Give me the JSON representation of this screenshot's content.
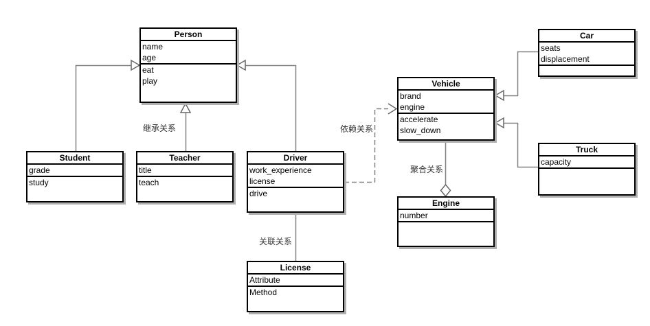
{
  "diagram": {
    "kind": "uml-class-diagram",
    "colors": {
      "box_border": "#000000",
      "box_fill": "#ffffff",
      "connector": "#808080",
      "shadow": "#b0b0b0",
      "background": "#ffffff"
    },
    "classes": [
      {
        "name": "Person",
        "attributes": [
          "name",
          "age"
        ],
        "methods": [
          "eat",
          "play"
        ]
      },
      {
        "name": "Student",
        "attributes": [
          "grade"
        ],
        "methods": [
          "study"
        ]
      },
      {
        "name": "Teacher",
        "attributes": [
          "title"
        ],
        "methods": [
          "teach"
        ]
      },
      {
        "name": "Driver",
        "attributes": [
          "work_experience",
          "license"
        ],
        "methods": [
          "drive"
        ]
      },
      {
        "name": "License",
        "attributes": [
          "Attribute"
        ],
        "methods": [
          "Method"
        ]
      },
      {
        "name": "Vehicle",
        "attributes": [
          "brand",
          "engine"
        ],
        "methods": [
          "accelerate",
          "slow_down"
        ]
      },
      {
        "name": "Engine",
        "attributes": [
          "number"
        ],
        "methods": []
      },
      {
        "name": "Car",
        "attributes": [
          "seats",
          "displacement"
        ],
        "methods": []
      },
      {
        "name": "Truck",
        "attributes": [
          "capacity"
        ],
        "methods": []
      }
    ],
    "relationships": [
      {
        "from": "Student",
        "to": "Person",
        "type": "inheritance",
        "label": ""
      },
      {
        "from": "Teacher",
        "to": "Person",
        "type": "inheritance",
        "label": "继承关系"
      },
      {
        "from": "Driver",
        "to": "Person",
        "type": "inheritance",
        "label": ""
      },
      {
        "from": "Driver",
        "to": "License",
        "type": "association",
        "label": "关联关系"
      },
      {
        "from": "Driver",
        "to": "Vehicle",
        "type": "dependency",
        "label": "依赖关系"
      },
      {
        "from": "Vehicle",
        "to": "Engine",
        "type": "aggregation",
        "label": "聚合关系"
      },
      {
        "from": "Car",
        "to": "Vehicle",
        "type": "inheritance",
        "label": ""
      },
      {
        "from": "Truck",
        "to": "Vehicle",
        "type": "inheritance",
        "label": ""
      }
    ]
  }
}
